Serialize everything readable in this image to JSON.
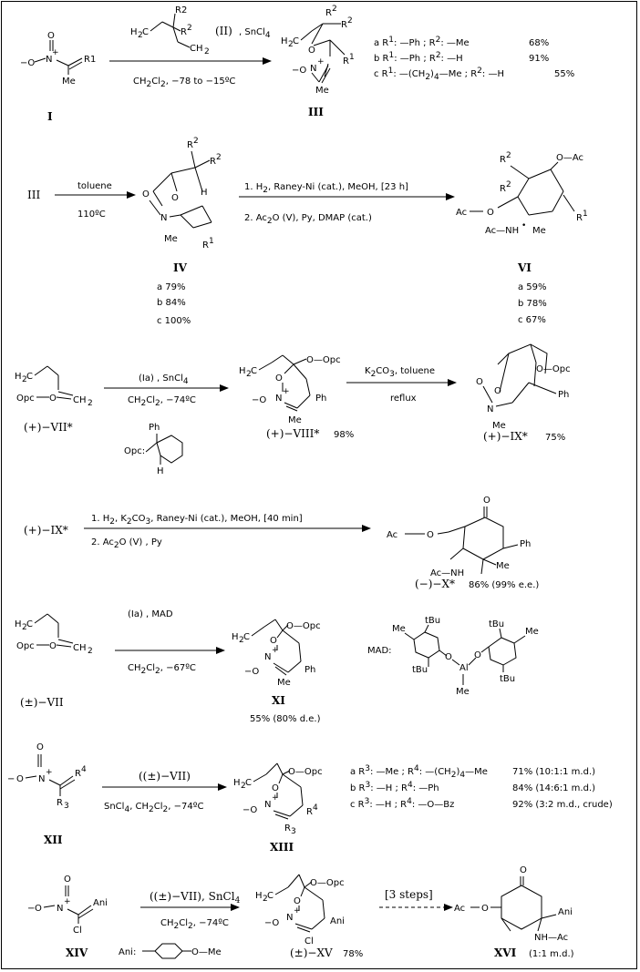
{
  "scheme1": {
    "cmpd_I": "I",
    "cmpd_II": "(II)",
    "cmpd_III": "III",
    "reagent": "SnCl4",
    "cond": "CH2Cl2, −78 to −15ºC",
    "r1": "R1",
    "r2": "R2",
    "me": "Me",
    "o_minus": "−O",
    "yields": [
      {
        "id": "a",
        "text": "a R1: —Ph ; R2: —Me",
        "yield": "68%"
      },
      {
        "id": "b",
        "text": "b R1: —Ph ; R2: —H",
        "yield": "91%"
      },
      {
        "id": "c",
        "text": "c R1: —(CH2)4—Me ; R2: —H",
        "yield": "55%"
      }
    ]
  },
  "scheme2": {
    "start": "III",
    "solvent": "toluene",
    "temp": "110ºC",
    "cmpd_IV": "IV",
    "cmpd_VI": "VI",
    "step1": "1. H2, Raney-Ni (cat.), MeOH, [23 h]",
    "step2": "2. Ac2O (V), Py, DMAP (cat.)",
    "iv_yields": [
      "a  79%",
      "b  84%",
      "c  100%"
    ],
    "vi_yields": [
      "a 59%",
      "b 78%",
      "c 67%"
    ]
  },
  "scheme3": {
    "cmpd_VII": "(+)−VII*",
    "reagent": "(Ia) , SnCl4",
    "cond": "CH2Cl2, −74ºC",
    "opc_label": "Opc:",
    "cmpd_VIII": "(+)−VIII*",
    "viii_yield": "98%",
    "arrow2_top": "K2CO3, toluene",
    "arrow2_bot": "reflux",
    "cmpd_IX": "(+)−IX*",
    "ix_yield": "75%"
  },
  "scheme4": {
    "start": "(+)−IX*",
    "step1": "1. H2, K2CO3, Raney-Ni (cat.), MeOH, [40 min]",
    "step2": "2. Ac2O (V) , Py",
    "cmpd_X": "(−)−X*",
    "x_yield": "86% (99% e.e.)"
  },
  "scheme5": {
    "cmpd_VII": "(±)−VII",
    "reagent": "(Ia) , MAD",
    "cond": "CH2Cl2, −67ºC",
    "cmpd_XI": "XI",
    "xi_yield": "55% (80% d.e.)",
    "mad_label": "MAD:"
  },
  "scheme6": {
    "cmpd_XII": "XII",
    "reagent": "((±)−VII)",
    "cond": "SnCl4, CH2Cl2, −74ºC",
    "cmpd_XIII": "XIII",
    "yields": [
      {
        "text": "a R3: —Me ; R4: —(CH2)4—Me",
        "yield": "71% (10:1:1 m.d.)"
      },
      {
        "text": "b R3: —H ; R4: —Ph",
        "yield": "84% (14:6:1 m.d.)"
      },
      {
        "text": "c R3: —H ; R4: —O—Bz",
        "yield": "92% (3:2 m.d., crude)"
      }
    ]
  },
  "scheme7": {
    "cmpd_XIV": "XIV",
    "reagent": "((±)−VII), SnCl4",
    "cond": "CH2Cl2, −74ºC",
    "ani_label": "Ani:",
    "cmpd_XV": "(±)−XV",
    "xv_yield": "78%",
    "steps": "[3 steps]",
    "cmpd_XVI": "XVI",
    "xvi_note": "(1:1 m.d.)"
  }
}
